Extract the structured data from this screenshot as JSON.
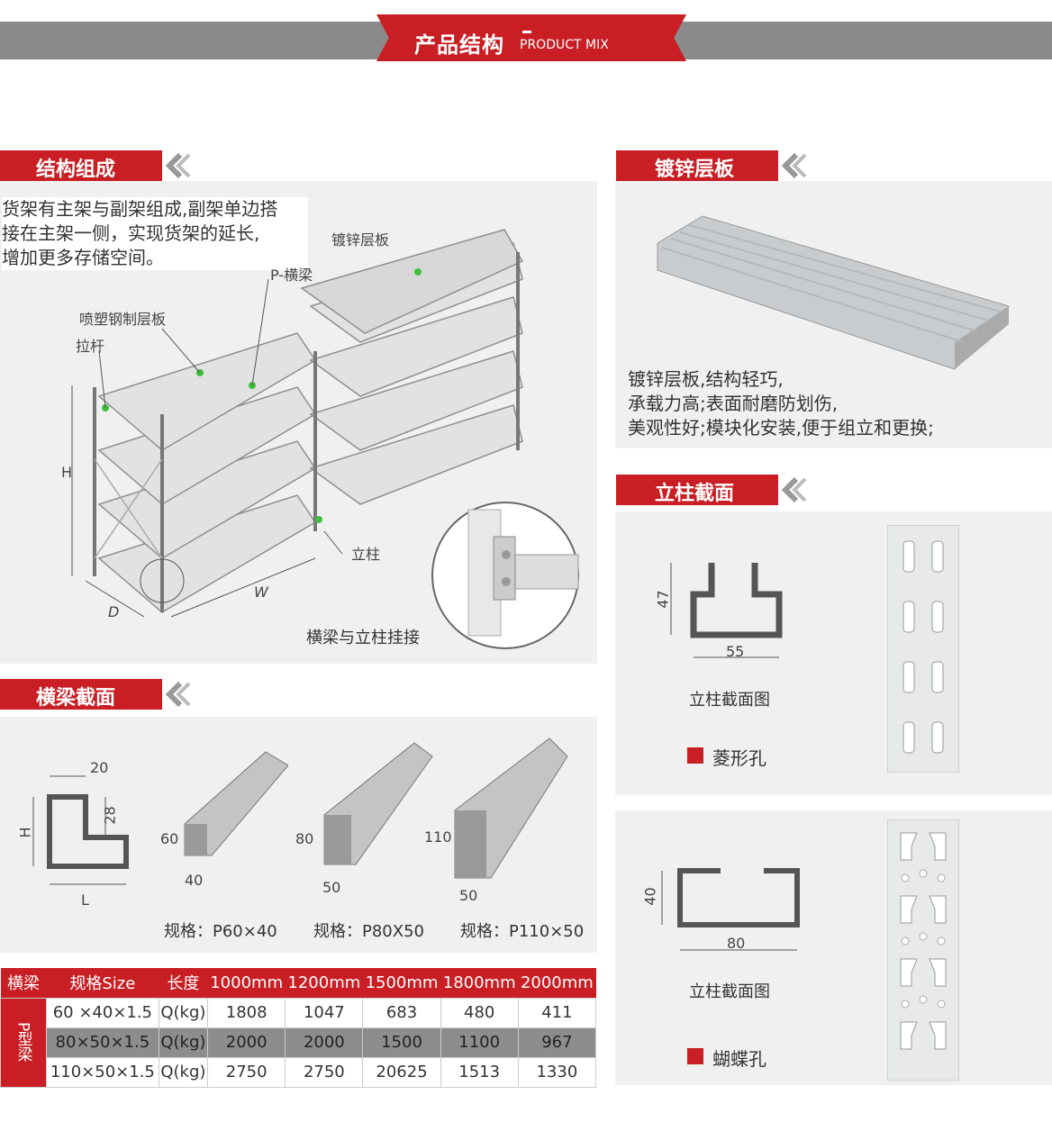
{
  "banner": {
    "title": "产品结构",
    "subtitle": "PRODUCT MIX",
    "accent": "#c81e24",
    "gray": "#8a8a8a"
  },
  "structure": {
    "heading": "结构组成",
    "desc": [
      "货架有主架与副架组成,副架单边搭",
      "接在主架一侧，实现货架的延长,",
      "增加更多存储空间。"
    ],
    "labels": {
      "galv": "镀锌层板",
      "pbeam": "P-横梁",
      "spray": "喷塑钢制层板",
      "brace": "拉杆",
      "h": "H",
      "d": "D",
      "w": "W",
      "upright": "立柱",
      "hook": "横梁与立柱挂接"
    }
  },
  "galv_panel": {
    "heading": "镀锌层板",
    "desc": [
      "镀锌层板,结构轻巧,",
      "承载力高;表面耐磨防划伤,",
      "美观性好;模块化安装,便于组立和更换;"
    ]
  },
  "upright_section": {
    "heading": "立柱截面",
    "diagram1": {
      "h": "47",
      "w": "55",
      "caption": "立柱截面图",
      "hole": "菱形孔"
    },
    "diagram2": {
      "h": "40",
      "w": "80",
      "caption": "立柱截面图",
      "hole": "蝴蝶孔"
    }
  },
  "beam_section": {
    "heading": "横梁截面",
    "diagram": {
      "top": "20",
      "right": "28",
      "h": "H",
      "l": "L"
    },
    "beams": [
      {
        "h": "60",
        "w": "40",
        "spec": "规格：P60×40"
      },
      {
        "h": "80",
        "w": "50",
        "spec": "规格：P80X50"
      },
      {
        "h": "110",
        "w": "50",
        "spec": "规格：P110×50"
      }
    ]
  },
  "table": {
    "headers": [
      "横梁",
      "规格Size",
      "长度",
      "1000mm",
      "1200mm",
      "1500mm",
      "1800mm",
      "2000mm"
    ],
    "side": "P型梁",
    "rows": [
      [
        "60 ×40×1.5",
        "Q(kg)",
        "1808",
        "1047",
        "683",
        "480",
        "411"
      ],
      [
        "80×50×1.5",
        "Q(kg)",
        "2000",
        "2000",
        "1500",
        "1100",
        "967"
      ],
      [
        "110×50×1.5",
        "Q(kg)",
        "2750",
        "2750",
        "20625",
        "1513",
        "1330"
      ]
    ]
  }
}
